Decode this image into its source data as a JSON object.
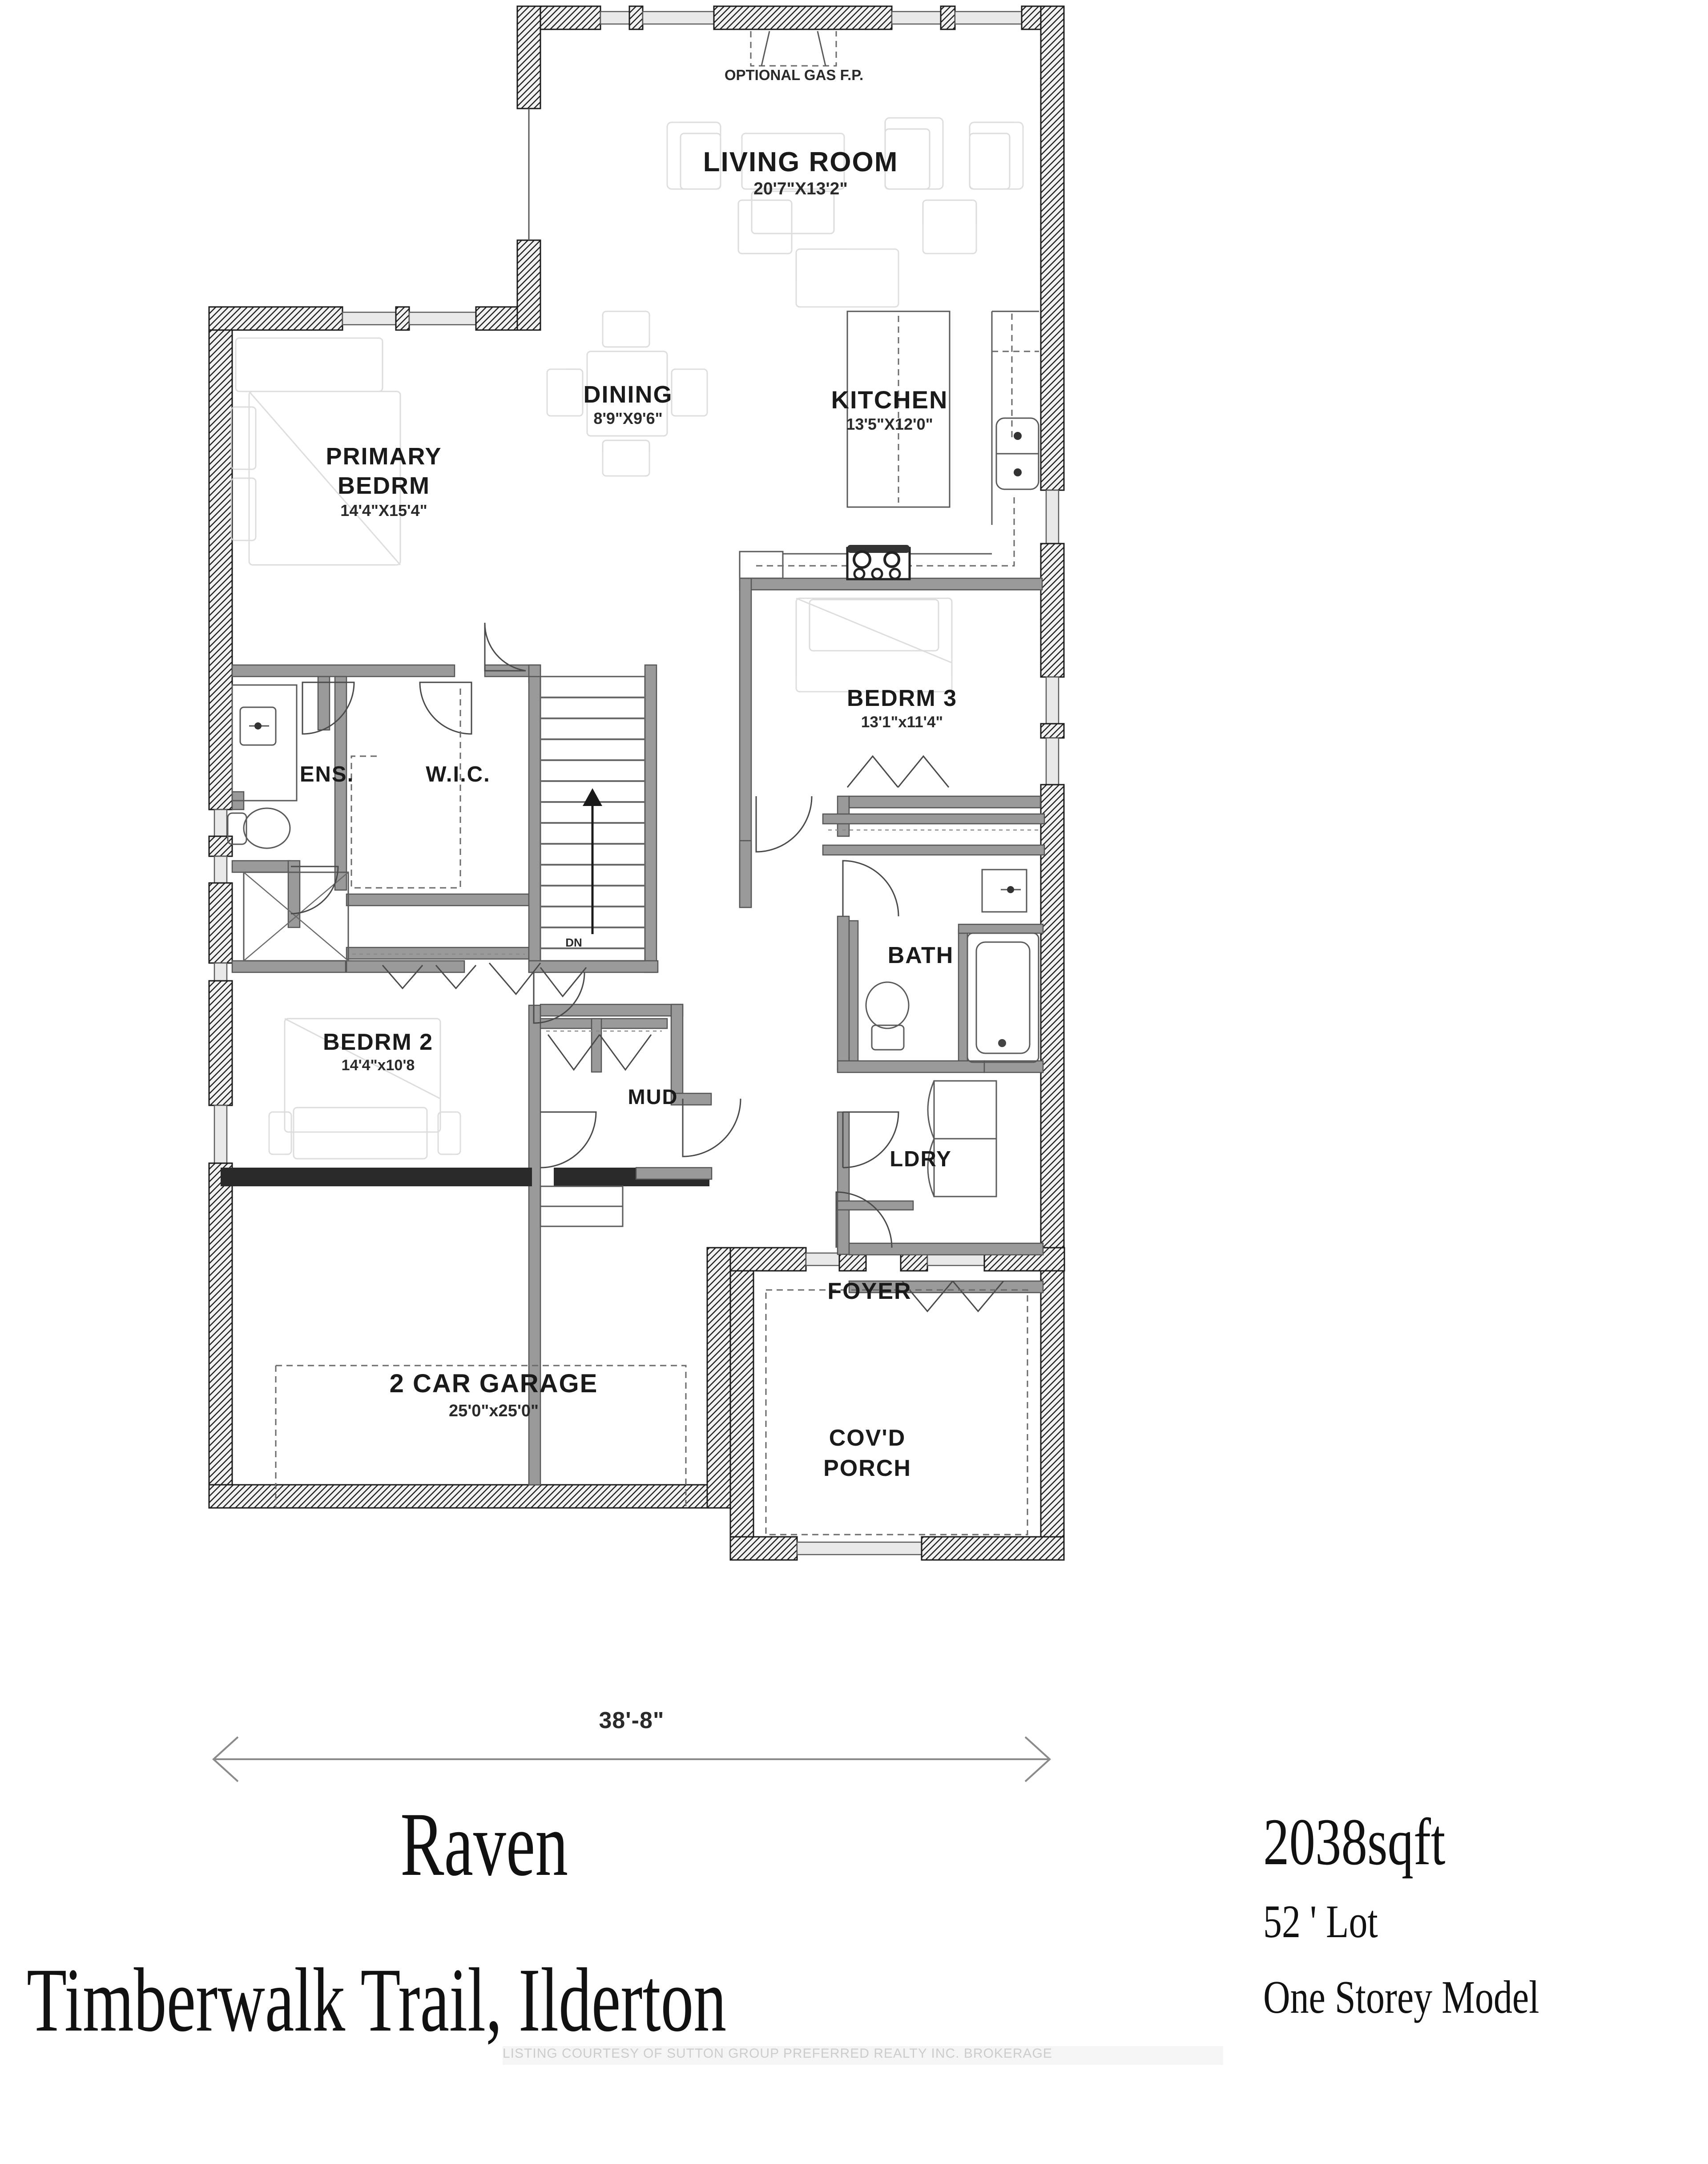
{
  "plan": {
    "title_block": {
      "model_name": "Raven",
      "address": "Timberwalk Trail, Ilderton",
      "square_footage": "2038sqft",
      "lot": "52 ' Lot",
      "storey": "One Storey Model"
    },
    "overall_dimension": "38'-8\"",
    "annotations": {
      "optional_fireplace": "OPTIONAL GAS F.P."
    },
    "rooms": [
      {
        "key": "living_room",
        "label": "LIVING ROOM",
        "dimensions": "20'7\"X13'2\""
      },
      {
        "key": "dining",
        "label": "DINING",
        "dimensions": "8'9\"X9'6\""
      },
      {
        "key": "kitchen",
        "label": "KITCHEN",
        "dimensions": "13'5\"X12'0\""
      },
      {
        "key": "primary_bedrm",
        "label": "PRIMARY",
        "label2": "BEDRM",
        "dimensions": "14'4\"X15'4\""
      },
      {
        "key": "bedrm_3",
        "label": "BEDRM 3",
        "dimensions": "13'1\"x11'4\""
      },
      {
        "key": "bedrm_2",
        "label": "BEDRM 2",
        "dimensions": "14'4\"x10'8"
      },
      {
        "key": "ensuite",
        "label": "ENS.",
        "dimensions": ""
      },
      {
        "key": "wic",
        "label": "W.I.C.",
        "dimensions": ""
      },
      {
        "key": "bath",
        "label": "BATH",
        "dimensions": ""
      },
      {
        "key": "laundry",
        "label": "LDRY",
        "dimensions": ""
      },
      {
        "key": "mud",
        "label": "MUD",
        "dimensions": ""
      },
      {
        "key": "foyer",
        "label": "FOYER",
        "dimensions": ""
      },
      {
        "key": "covd_porch",
        "label": "COV'D",
        "label2": "PORCH",
        "dimensions": ""
      },
      {
        "key": "garage",
        "label": "2 CAR GARAGE",
        "dimensions": "25'0\"x25'0\""
      }
    ],
    "watermark": "LISTING COURTESY OF SUTTON GROUP PREFERRED REALTY INC. BROKERAGE"
  },
  "colors": {
    "ink": "#1a1a1a",
    "wall_fill": "#2a2a2a",
    "interior_wall": "#9a9a9a",
    "furniture": "#d8d8d8",
    "page": "#ffffff"
  }
}
